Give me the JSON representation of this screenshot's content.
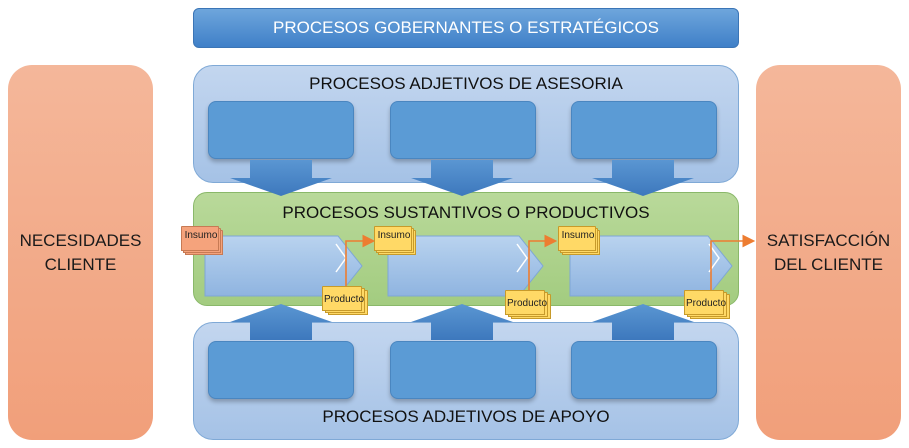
{
  "top_bar": {
    "label": "PROCESOS GOBERNANTES O ESTRATÉGICOS"
  },
  "left_panel": {
    "line1": "NECESIDADES",
    "line2": "CLIENTE"
  },
  "right_panel": {
    "line1": "SATISFACCIÓN",
    "line2": "DEL CLIENTE"
  },
  "advisory": {
    "title": "PROCESOS ADJETIVOS DE ASESORIA"
  },
  "substantive": {
    "title": "PROCESOS SUSTANTIVOS O PRODUCTIVOS"
  },
  "support": {
    "title": "PROCESOS ADJETIVOS DE APOYO"
  },
  "labels": {
    "insumo": "Insumo",
    "producto": "Producto"
  },
  "colors": {
    "blue_box": "#5b9bd5",
    "panel_blue": "#a5c2e6",
    "green_band": "#a3cc80",
    "side_orange": "#f19f7a",
    "doc_yellow": "#ffd966",
    "connector_orange": "#ed7d31"
  }
}
